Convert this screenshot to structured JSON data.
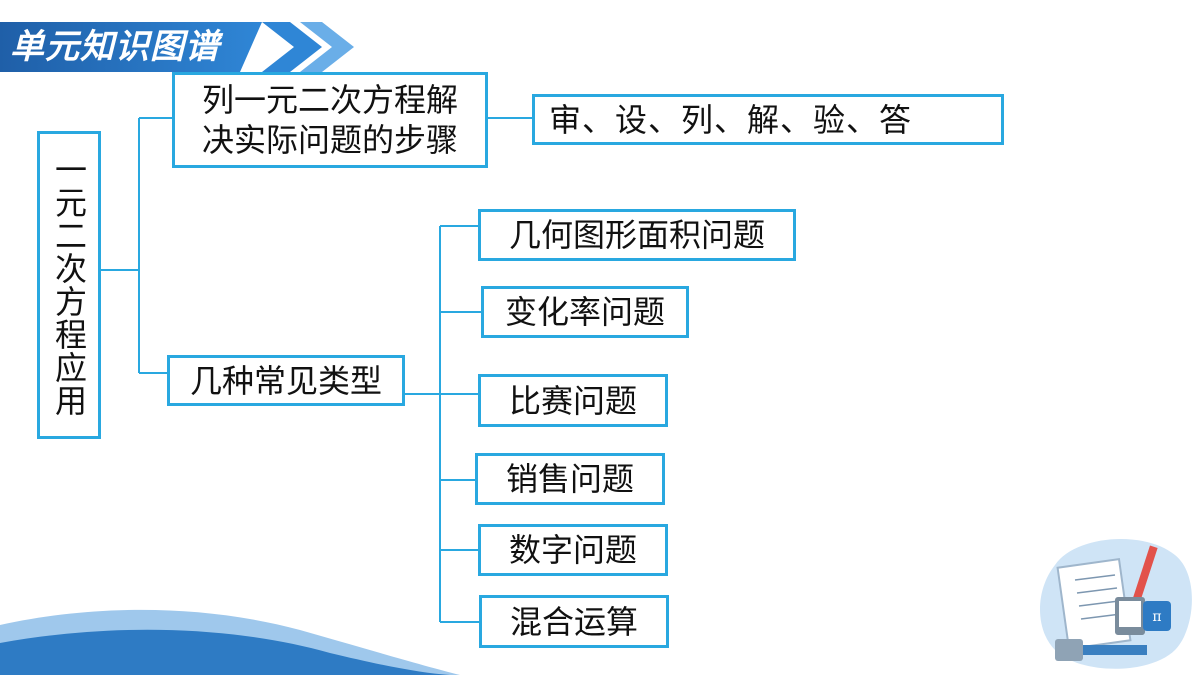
{
  "header": {
    "title": "单元知识图谱"
  },
  "diagram": {
    "root": "一元二次方程应用",
    "branch_steps": {
      "line1": "列一元二次方程解",
      "line2": "决实际问题的步骤"
    },
    "steps_answer": "审、设、列、解、验、答",
    "branch_types": "几种常见类型",
    "types": [
      "几何图形面积问题",
      "变化率问题",
      "比赛问题",
      "销售问题",
      "数字问题",
      "混合运算"
    ]
  },
  "colors": {
    "accent": "#29a8e0",
    "banner": "#1f5fa8",
    "wave": "#2e7bc4"
  },
  "decoration": {
    "icon": "math-notebook-illustration-icon"
  }
}
